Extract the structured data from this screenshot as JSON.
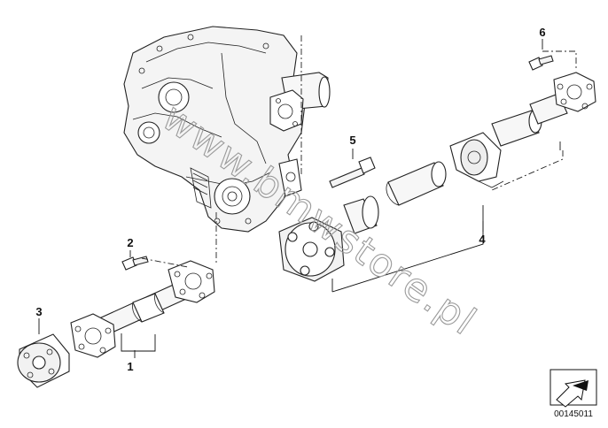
{
  "callouts": [
    {
      "id": "1",
      "label": "1"
    },
    {
      "id": "2",
      "label": "2"
    },
    {
      "id": "3",
      "label": "3"
    },
    {
      "id": "4",
      "label": "4"
    },
    {
      "id": "5",
      "label": "5"
    },
    {
      "id": "6",
      "label": "6"
    }
  ],
  "watermark": "www.bmwstore.pl",
  "diagram_number": "00145011"
}
